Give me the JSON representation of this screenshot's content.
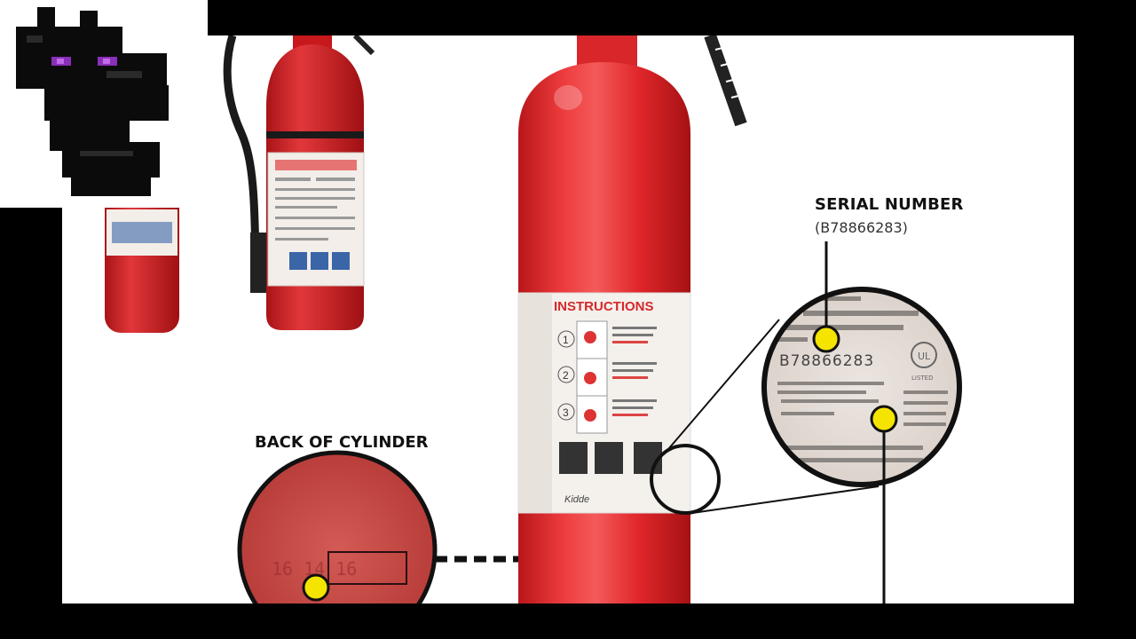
{
  "labels": {
    "serial_title": "SERIAL NUMBER",
    "serial_value": "(B78866283)",
    "back_title": "BACK OF CYLINDER"
  },
  "extinguisher": {
    "instructions_title": "INSTRUCTIONS",
    "steps": [
      "1",
      "2",
      "3"
    ],
    "brand": "Kidde"
  },
  "magnifier": {
    "serial_printed": "B78866283",
    "ul_mark": "UL",
    "listed": "LISTED"
  },
  "cylinder": {
    "stamp_digits": "16 14 16"
  },
  "colors": {
    "extinguisher_red": "#e0262a",
    "marker_yellow": "#f5e400",
    "background": "#ffffff",
    "frame": "#000000"
  }
}
